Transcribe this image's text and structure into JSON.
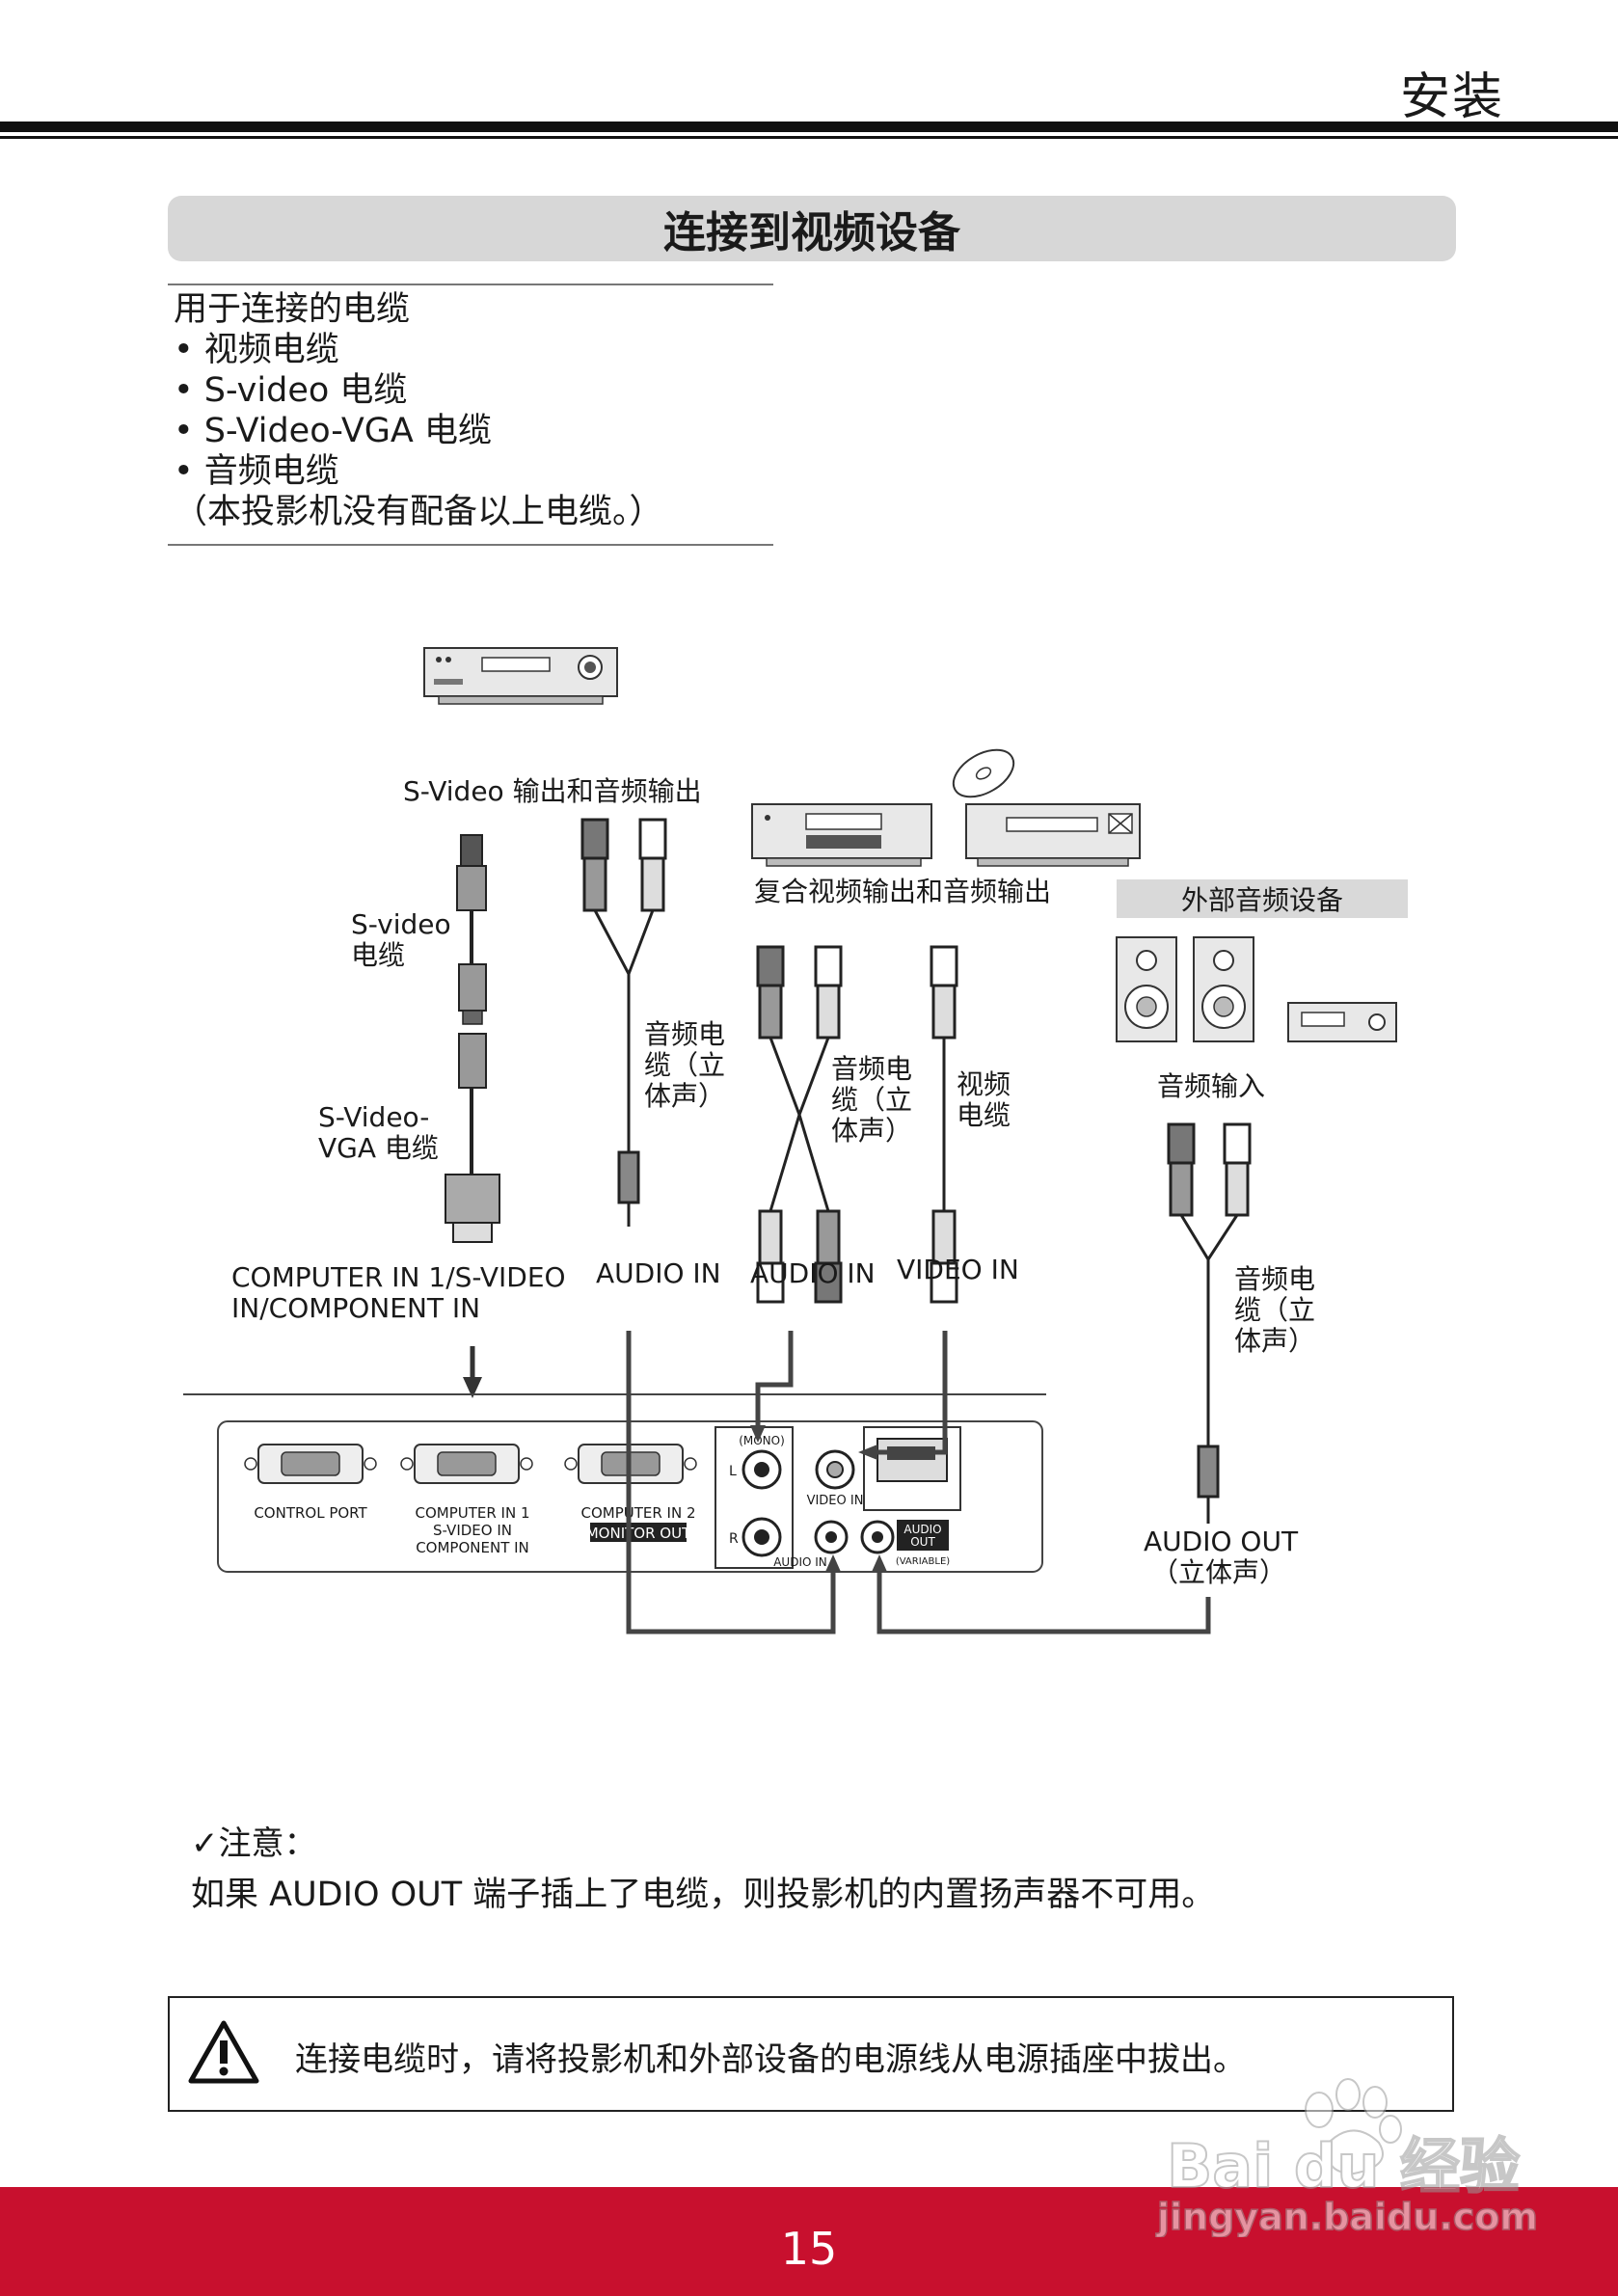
{
  "header": {
    "title": "安装"
  },
  "section": {
    "title": "连接到视频设备"
  },
  "cables": {
    "heading": "用于连接的电缆",
    "items": [
      "• 视频电缆",
      "• S-video 电缆",
      "• S-Video-VGA 电缆",
      "• 音频电缆"
    ],
    "note": "（本投影机没有配备以上电缆。）"
  },
  "diagram": {
    "svideo_out": "S-Video 输出和音频输出",
    "svideo_cable": [
      "S-video",
      "电缆"
    ],
    "svideo_vga_cable": [
      "S-Video-",
      "VGA 电缆"
    ],
    "audio_cable_1": [
      "音频电",
      "缆（立",
      "体声）"
    ],
    "composite_out": "复合视频输出和音频输出",
    "audio_cable_2": [
      "音频电",
      "缆（立",
      "体声）"
    ],
    "video_cable": [
      "视频",
      "电缆"
    ],
    "ext_audio": "外部音频设备",
    "audio_input": "音频输入",
    "audio_cable_3": [
      "音频电",
      "缆（立",
      "体声）"
    ],
    "computer_in": [
      "COMPUTER IN 1/S-VIDEO",
      "IN/COMPONENT IN"
    ],
    "audio_in_1": "AUDIO IN",
    "audio_in_2": "AUDIO IN",
    "video_in": "VIDEO IN",
    "audio_out": [
      "AUDIO OUT",
      "（立体声）"
    ],
    "panel": {
      "control_port": "CONTROL PORT",
      "computer_in1": [
        "COMPUTER IN 1",
        "S-VIDEO IN",
        "COMPONENT IN"
      ],
      "computer_in2": "COMPUTER IN 2",
      "monitor_out": "MONITOR OUT",
      "mono": "(MONO)",
      "l": "L",
      "r": "R",
      "video_in": "VIDEO IN",
      "audio_in": "AUDIO IN",
      "audio_out": [
        "AUDIO",
        "OUT"
      ],
      "variable": "(VARIABLE)"
    }
  },
  "note": {
    "title": "✓注意：",
    "text": "如果 AUDIO OUT 端子插上了电缆，则投影机的内置扬声器不可用。"
  },
  "warning": {
    "text": "连接电缆时，请将投影机和外部设备的电源线从电源插座中拔出。"
  },
  "footer": {
    "page_number": "15"
  },
  "watermark": {
    "brand": "Bai du 经验",
    "url": "jingyan.baidu.com"
  },
  "colors": {
    "footer": "#c8102e",
    "banner": "#d7d7d7",
    "ext_audio_bg": "#d9d9d9"
  }
}
